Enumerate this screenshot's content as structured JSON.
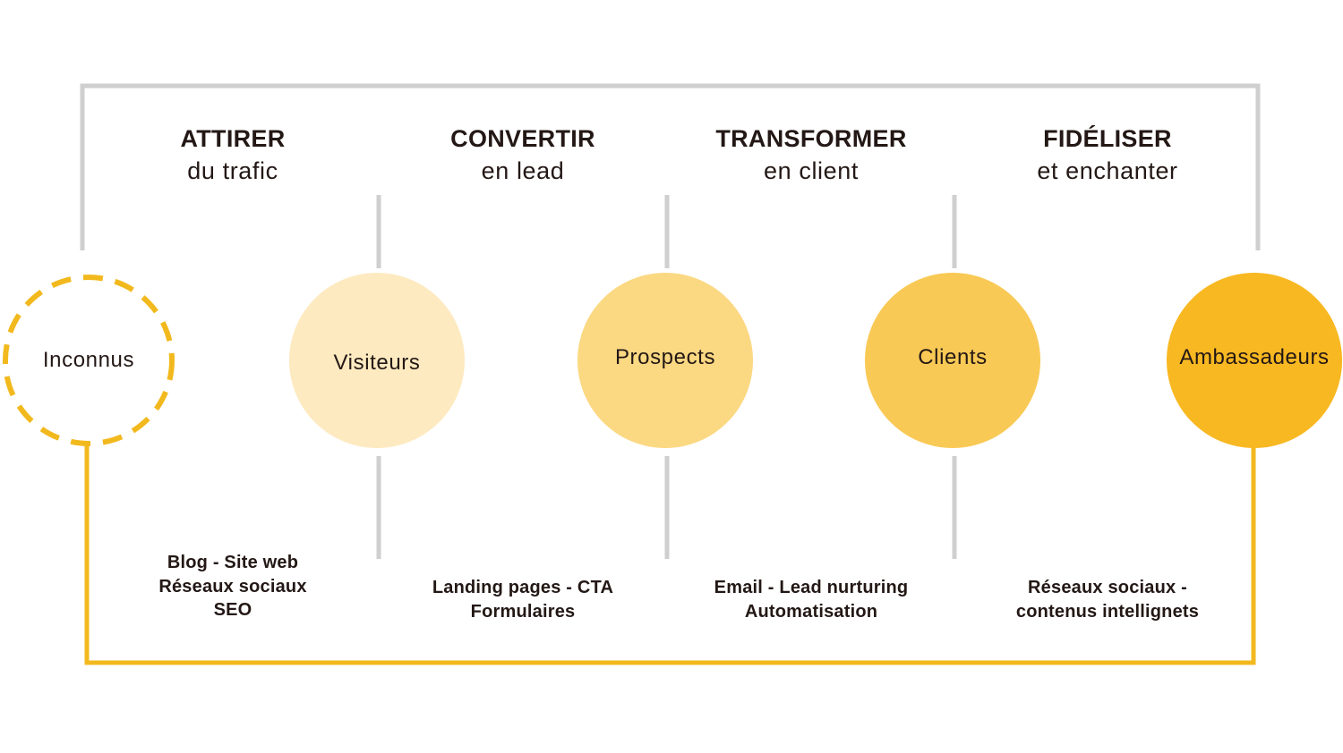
{
  "colors": {
    "frame_gray": "#cfcfcf",
    "loop_yellow": "#f2b91e",
    "text_dark": "#231815"
  },
  "stages": [
    {
      "title": "ATTIRER",
      "subtitle": "du trafic",
      "tools": [
        "Blog - Site web",
        "Réseaux sociaux",
        "SEO"
      ]
    },
    {
      "title": "CONVERTIR",
      "subtitle": "en lead",
      "tools": [
        "Landing pages - CTA",
        "Formulaires"
      ]
    },
    {
      "title": "TRANSFORMER",
      "subtitle": "en client",
      "tools": [
        "Email - Lead nurturing",
        "Automatisation"
      ]
    },
    {
      "title": "FIDÉLISER",
      "subtitle": "et enchanter",
      "tools": [
        "Réseaux sociaux -",
        "contenus intellignets"
      ]
    }
  ],
  "audiences": [
    {
      "label": "Inconnus",
      "fill": "none",
      "stroke": "#f2b91e",
      "dashed": true
    },
    {
      "label": "Visiteurs",
      "fill": "#fdeac0",
      "dashed": false
    },
    {
      "label": "Prospects",
      "fill": "#fbd882",
      "dashed": false
    },
    {
      "label": "Clients",
      "fill": "#f9c955",
      "dashed": false
    },
    {
      "label": "Ambassadeurs",
      "fill": "#f8b822",
      "dashed": false
    }
  ]
}
